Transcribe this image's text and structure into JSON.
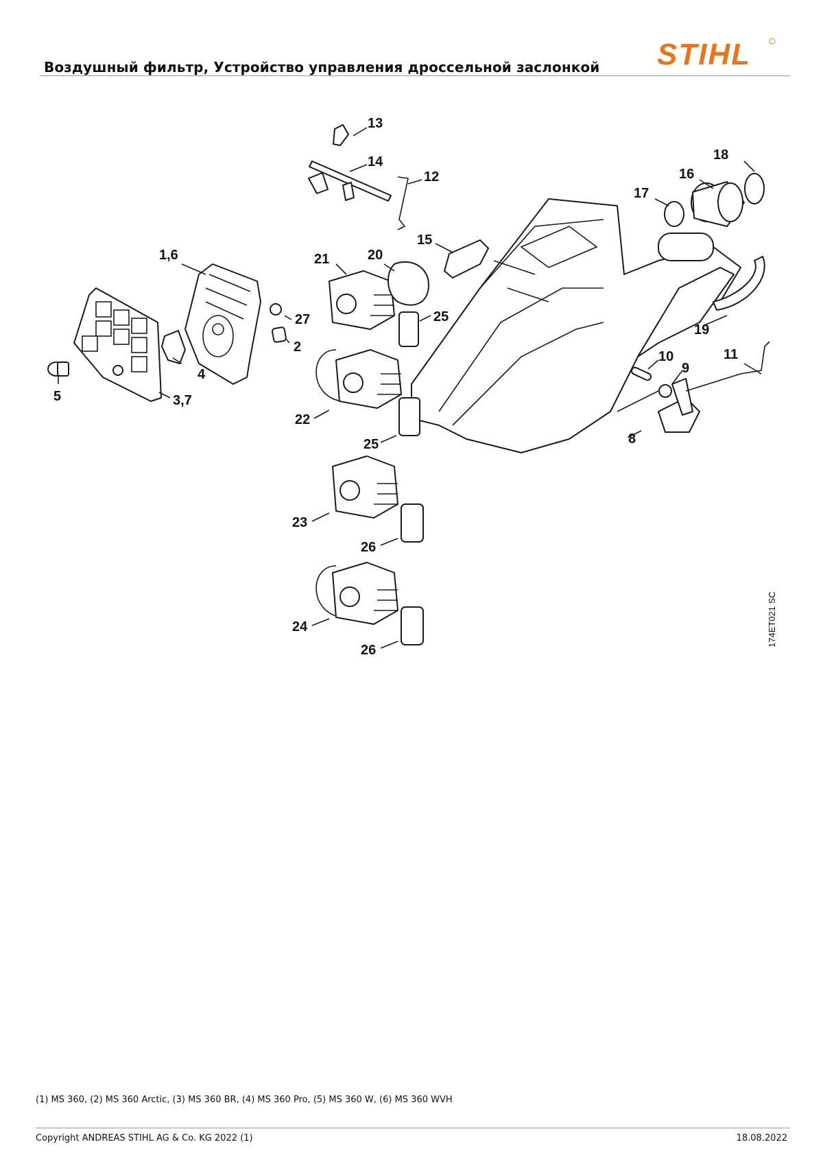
{
  "header": {
    "title": "Воздушный фильтр, Устройство управления дроссельной заслонкой",
    "logo_text": "STIHL"
  },
  "diagram": {
    "code": "174ET021 SC",
    "callouts": [
      "13",
      "14",
      "12",
      "18",
      "16",
      "17",
      "15",
      "1,6",
      "21",
      "20",
      "27",
      "2",
      "25",
      "4",
      "5",
      "3,7",
      "10",
      "9",
      "11",
      "19",
      "8",
      "22",
      "25",
      "23",
      "26",
      "24",
      "26"
    ]
  },
  "footer": {
    "footnote": "(1) MS 360, (2) MS 360 Arctic, (3) MS 360 BR, (4) MS 360 Pro, (5) MS 360 W, (6) MS 360 WVH",
    "copyright": "Copyright ANDREAS STIHL AG & Co. KG 2022 (1)",
    "date": "18.08.2022"
  },
  "colors": {
    "logo": "#e8751a",
    "rule": "#9a9a9a"
  }
}
